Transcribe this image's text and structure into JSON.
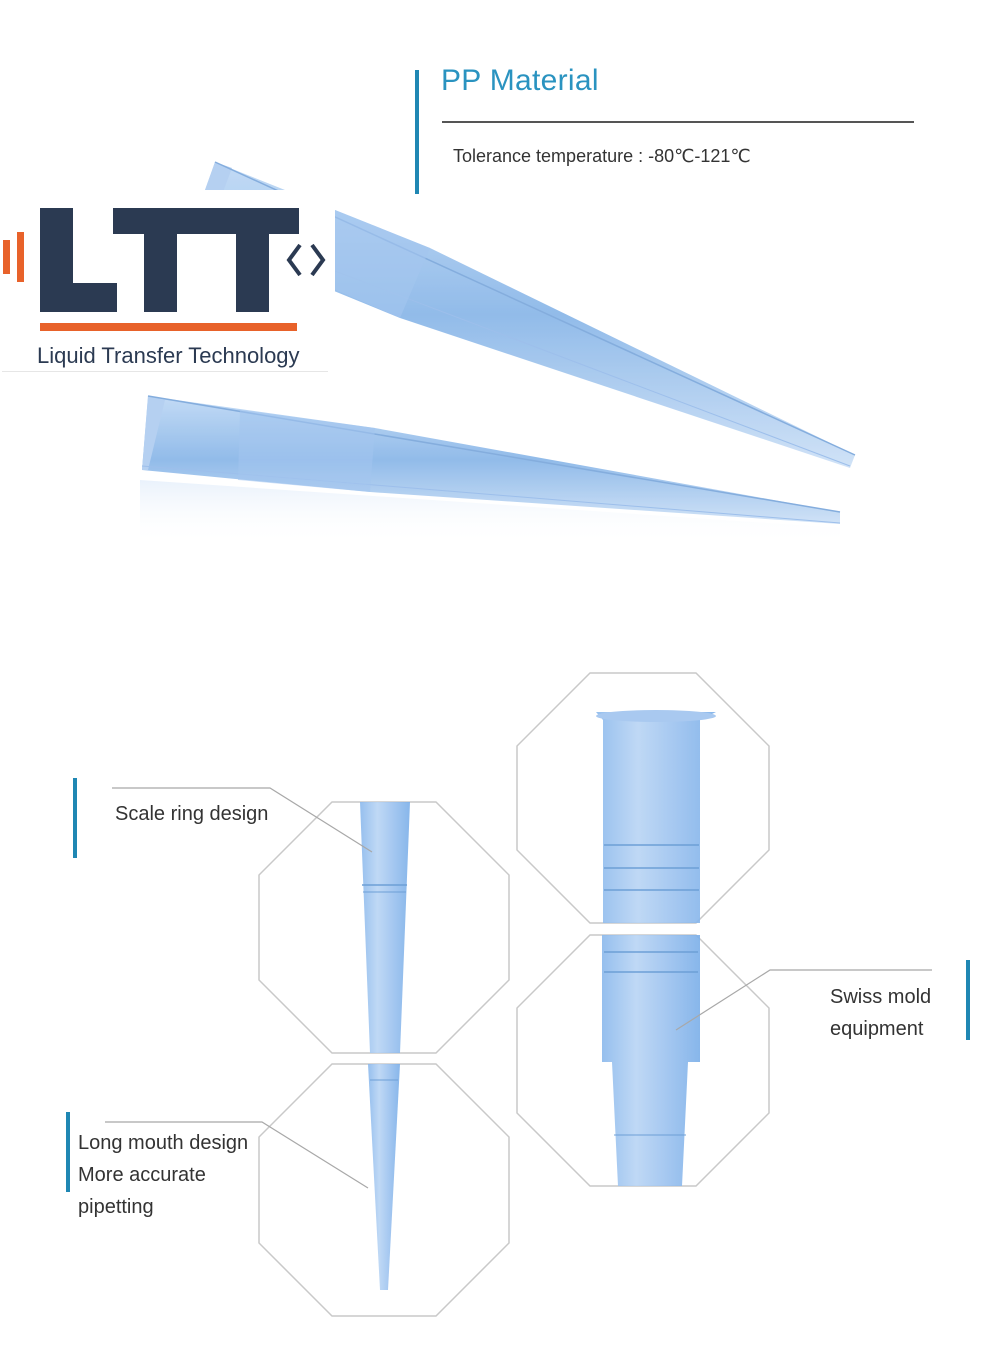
{
  "logo": {
    "letters": "LTT",
    "tagline": "Liquid Transfer Technology",
    "colors": {
      "dark": "#2b3a52",
      "accent": "#e8622a"
    }
  },
  "material": {
    "title": "PP Material",
    "tolerance": "Tolerance temperature : -80℃-121℃"
  },
  "features": {
    "scale_ring": "Scale ring design",
    "long_mouth_line1": "Long mouth design",
    "long_mouth_line2": "More accurate",
    "long_mouth_line3": "pipetting",
    "swiss_line1": "Swiss mold",
    "swiss_line2": "equipment"
  },
  "colors": {
    "accent_bar": "#1f87b3",
    "title": "#2a93c0",
    "tip_blue": "#7fb2e8"
  }
}
